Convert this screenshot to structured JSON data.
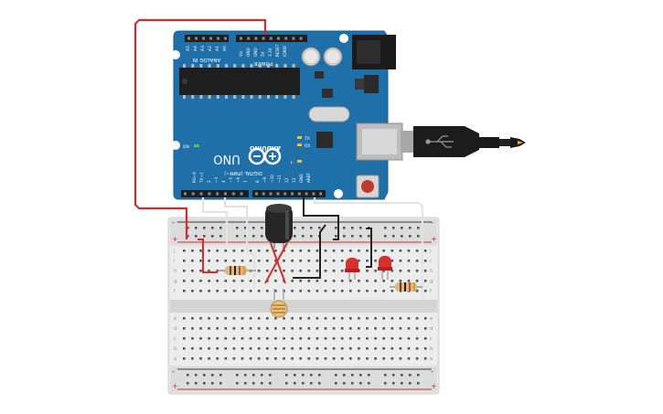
{
  "board": {
    "brand": "ARDUINO",
    "model": "UNO",
    "on_label": "ON",
    "tx_label": "TX",
    "rx_label": "RX",
    "l_label": "L",
    "digital_label": "DIGITAL (PWM~)",
    "analog_label": "ANALOG IN",
    "power_label": "POWER",
    "aref_label": "AREF",
    "gnd_label": "GND",
    "digital_pins": [
      "13",
      "12",
      "~11",
      "~10",
      "~9",
      "8",
      "7",
      "~6",
      "~5",
      "4",
      "~3",
      "2",
      "TX→1",
      "RX←0"
    ],
    "analog_pins": [
      "A0",
      "A1",
      "A2",
      "A3",
      "A4",
      "A5"
    ],
    "power_pins": [
      "IOREF",
      "RESET",
      "3.3V",
      "5V",
      "GND",
      "GND",
      "Vin"
    ]
  },
  "breadboard": {
    "row_letters_top": [
      "j",
      "i",
      "h",
      "g",
      "f"
    ],
    "row_letters_bottom": [
      "e",
      "d",
      "c",
      "b",
      "a"
    ],
    "plus": "+",
    "minus": "-"
  },
  "colors": {
    "board_blue": "#1f6fa8",
    "wire_red": "#d22c2c",
    "wire_black": "#222222",
    "wire_white": "#e4e4e4",
    "led_red": "#d63030",
    "breadboard": "#e8e8e8"
  }
}
